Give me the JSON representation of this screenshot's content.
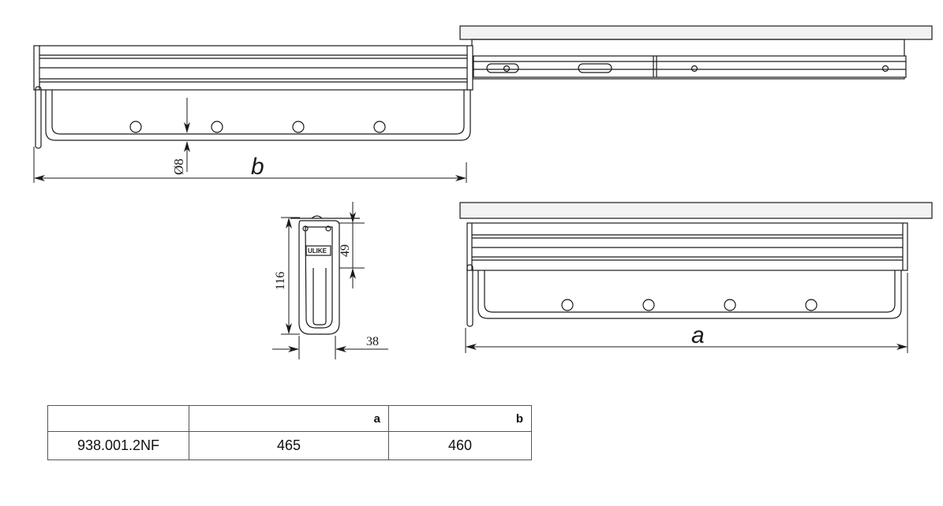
{
  "dimensions": {
    "b_label": "b",
    "a_label": "a",
    "rod_diameter": "Ø8",
    "height_total": "116",
    "height_head": "49",
    "width": "38"
  },
  "product_badge": "ULIKE",
  "table": {
    "headers": [
      "",
      "a",
      "b"
    ],
    "rows": [
      [
        "938.001.2NF",
        "465",
        "460"
      ]
    ]
  },
  "colors": {
    "line": "#1a1a1a",
    "shelf_fill": "#f2f2f2"
  }
}
